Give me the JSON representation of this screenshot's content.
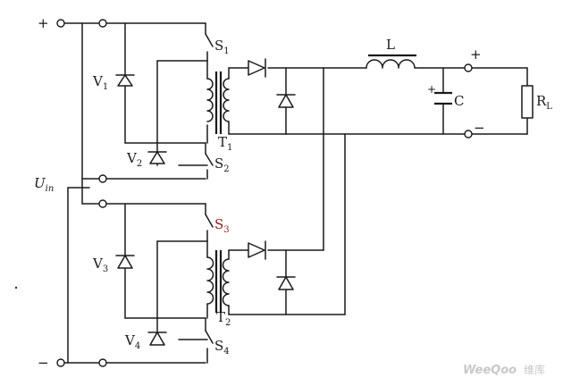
{
  "labels": {
    "input_plus": "+",
    "input_minus": "−",
    "output_plus": "+",
    "output_minus": "−",
    "cap_plus": "+",
    "uin_main": "U",
    "uin_sub": "in",
    "inductor": "L",
    "capacitor": "C",
    "load_main": "R",
    "load_sub": "L",
    "v1_main": "V",
    "v1_sub": "1",
    "v2_main": "V",
    "v2_sub": "2",
    "v3_main": "V",
    "v3_sub": "3",
    "v4_main": "V",
    "v4_sub": "4",
    "s1_main": "S",
    "s1_sub": "1",
    "s2_main": "S",
    "s2_sub": "2",
    "s3_main": "S",
    "s3_sub": "3",
    "s4_main": "S",
    "s4_sub": "4",
    "t1_main": "T",
    "t1_sub": "1",
    "t2_main": "T",
    "t2_sub": "2"
  },
  "watermark": {
    "brand": "WeeQoo",
    "cn": "维库"
  },
  "colors": {
    "line": "#1a1a1a",
    "s3_label": "#8b1a1a",
    "watermark": "#c8c8c8"
  }
}
